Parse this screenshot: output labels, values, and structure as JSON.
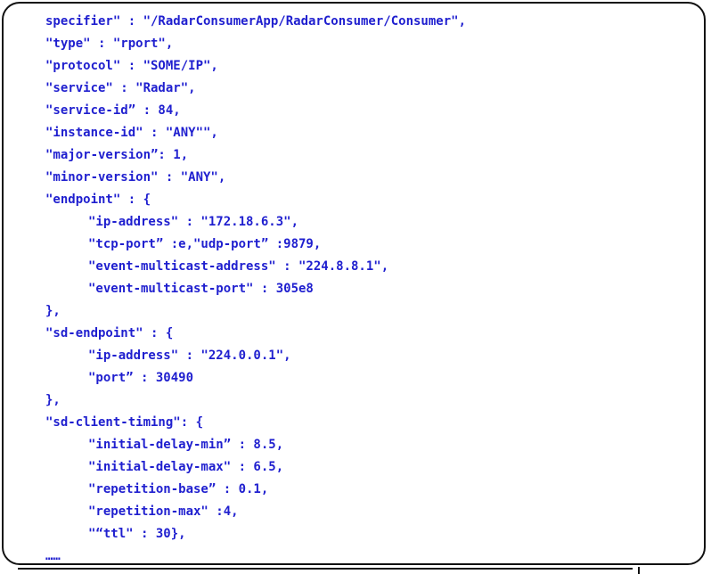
{
  "code_lines": [
    {
      "text": "specifier\" : \"/RadarConsumerApp/RadarConsumer/Consumer\",",
      "indent": 0
    },
    {
      "text": "\"type\" : \"rport\",",
      "indent": 0
    },
    {
      "text": "\"protocol\" : \"SOME/IP\",",
      "indent": 0
    },
    {
      "text": "\"service\" : \"Radar\",",
      "indent": 0
    },
    {
      "text": "\"service-id” : 84,",
      "indent": 0
    },
    {
      "text": "\"instance-id\" : \"ANY\"\",",
      "indent": 0
    },
    {
      "text": "\"major-version”: 1,",
      "indent": 0
    },
    {
      "text": "\"minor-version\" : \"ANY\",",
      "indent": 0
    },
    {
      "text": "\"endpoint\" : {",
      "indent": 0
    },
    {
      "text": "\"ip-address\" : \"172.18.6.3\",",
      "indent": 1
    },
    {
      "text": "\"tcp-port” :e,\"udp-port” :9879,",
      "indent": 1
    },
    {
      "text": "\"event-multicast-address\" : \"224.8.8.1\",",
      "indent": 1
    },
    {
      "text": "\"event-multicast-port\" : 305e8",
      "indent": 1
    },
    {
      "text": "},",
      "indent": 0
    },
    {
      "text": "\"sd-endpoint\" : {",
      "indent": 0
    },
    {
      "text": "\"ip-address\" : \"224.0.0.1\",",
      "indent": 1
    },
    {
      "text": "\"port” : 30490",
      "indent": 1
    },
    {
      "text": "},",
      "indent": 0
    },
    {
      "text": "\"sd-client-timing\": {",
      "indent": 0
    },
    {
      "text": "\"initial-delay-min” : 8.5,",
      "indent": 1
    },
    {
      "text": "\"initial-delay-max\" : 6.5,",
      "indent": 1
    },
    {
      "text": "\"repetition-base” : 0.1,",
      "indent": 1
    },
    {
      "text": "\"repetition-max\" :4,",
      "indent": 1
    },
    {
      "text": "\"“ttl\" : 30},",
      "indent": 1
    },
    {
      "text": "……",
      "indent": 0
    }
  ],
  "colors": {
    "code_text": "#1f1fcf",
    "border": "#111111"
  }
}
